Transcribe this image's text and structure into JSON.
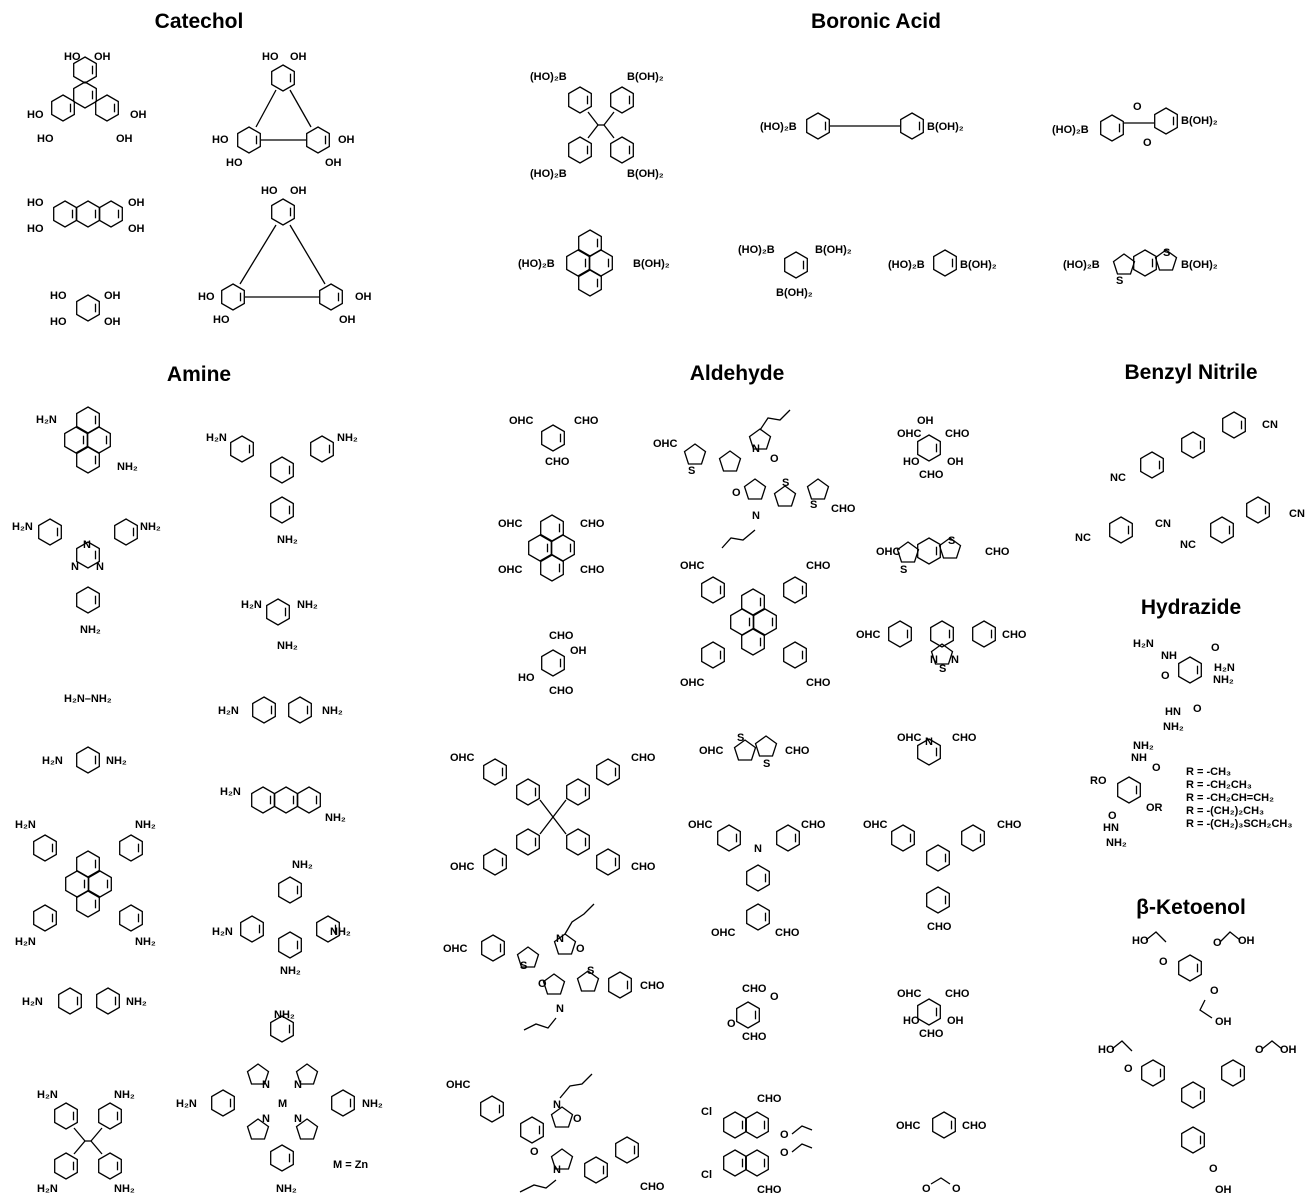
{
  "sections": {
    "catechol": "Catechol",
    "boronic_acid": "Boronic Acid",
    "amine": "Amine",
    "aldehyde": "Aldehyde",
    "benzyl_nitrile": "Benzyl Nitrile",
    "hydrazide": "Hydrazide",
    "ketoenol": "β-Ketoenol"
  },
  "groups": {
    "HO": "HO",
    "OH": "OH",
    "CHO": "CHO",
    "OHC": "OHC",
    "NH2": "NH₂",
    "H2N": "H₂N",
    "NC": "NC",
    "CN": "CN",
    "B_left": "(HO)₂B",
    "B_right": "B(OH)₂",
    "N": "N",
    "S": "S",
    "O": "O",
    "Cl": "Cl",
    "M": "M",
    "NH": "NH",
    "HN": "HN",
    "RO": "RO",
    "OR": "OR",
    "hydrazine": "H₂N–NH₂",
    "metal_note": "M = Zn"
  },
  "r_groups": [
    "R = -CH₃",
    "R = -CH₂CH₃",
    "R = -CH₂CH=CH₂",
    "R = -(CH₂)₂CH₃",
    "R = -(CH₂)₃SCH₂CH₃"
  ]
}
